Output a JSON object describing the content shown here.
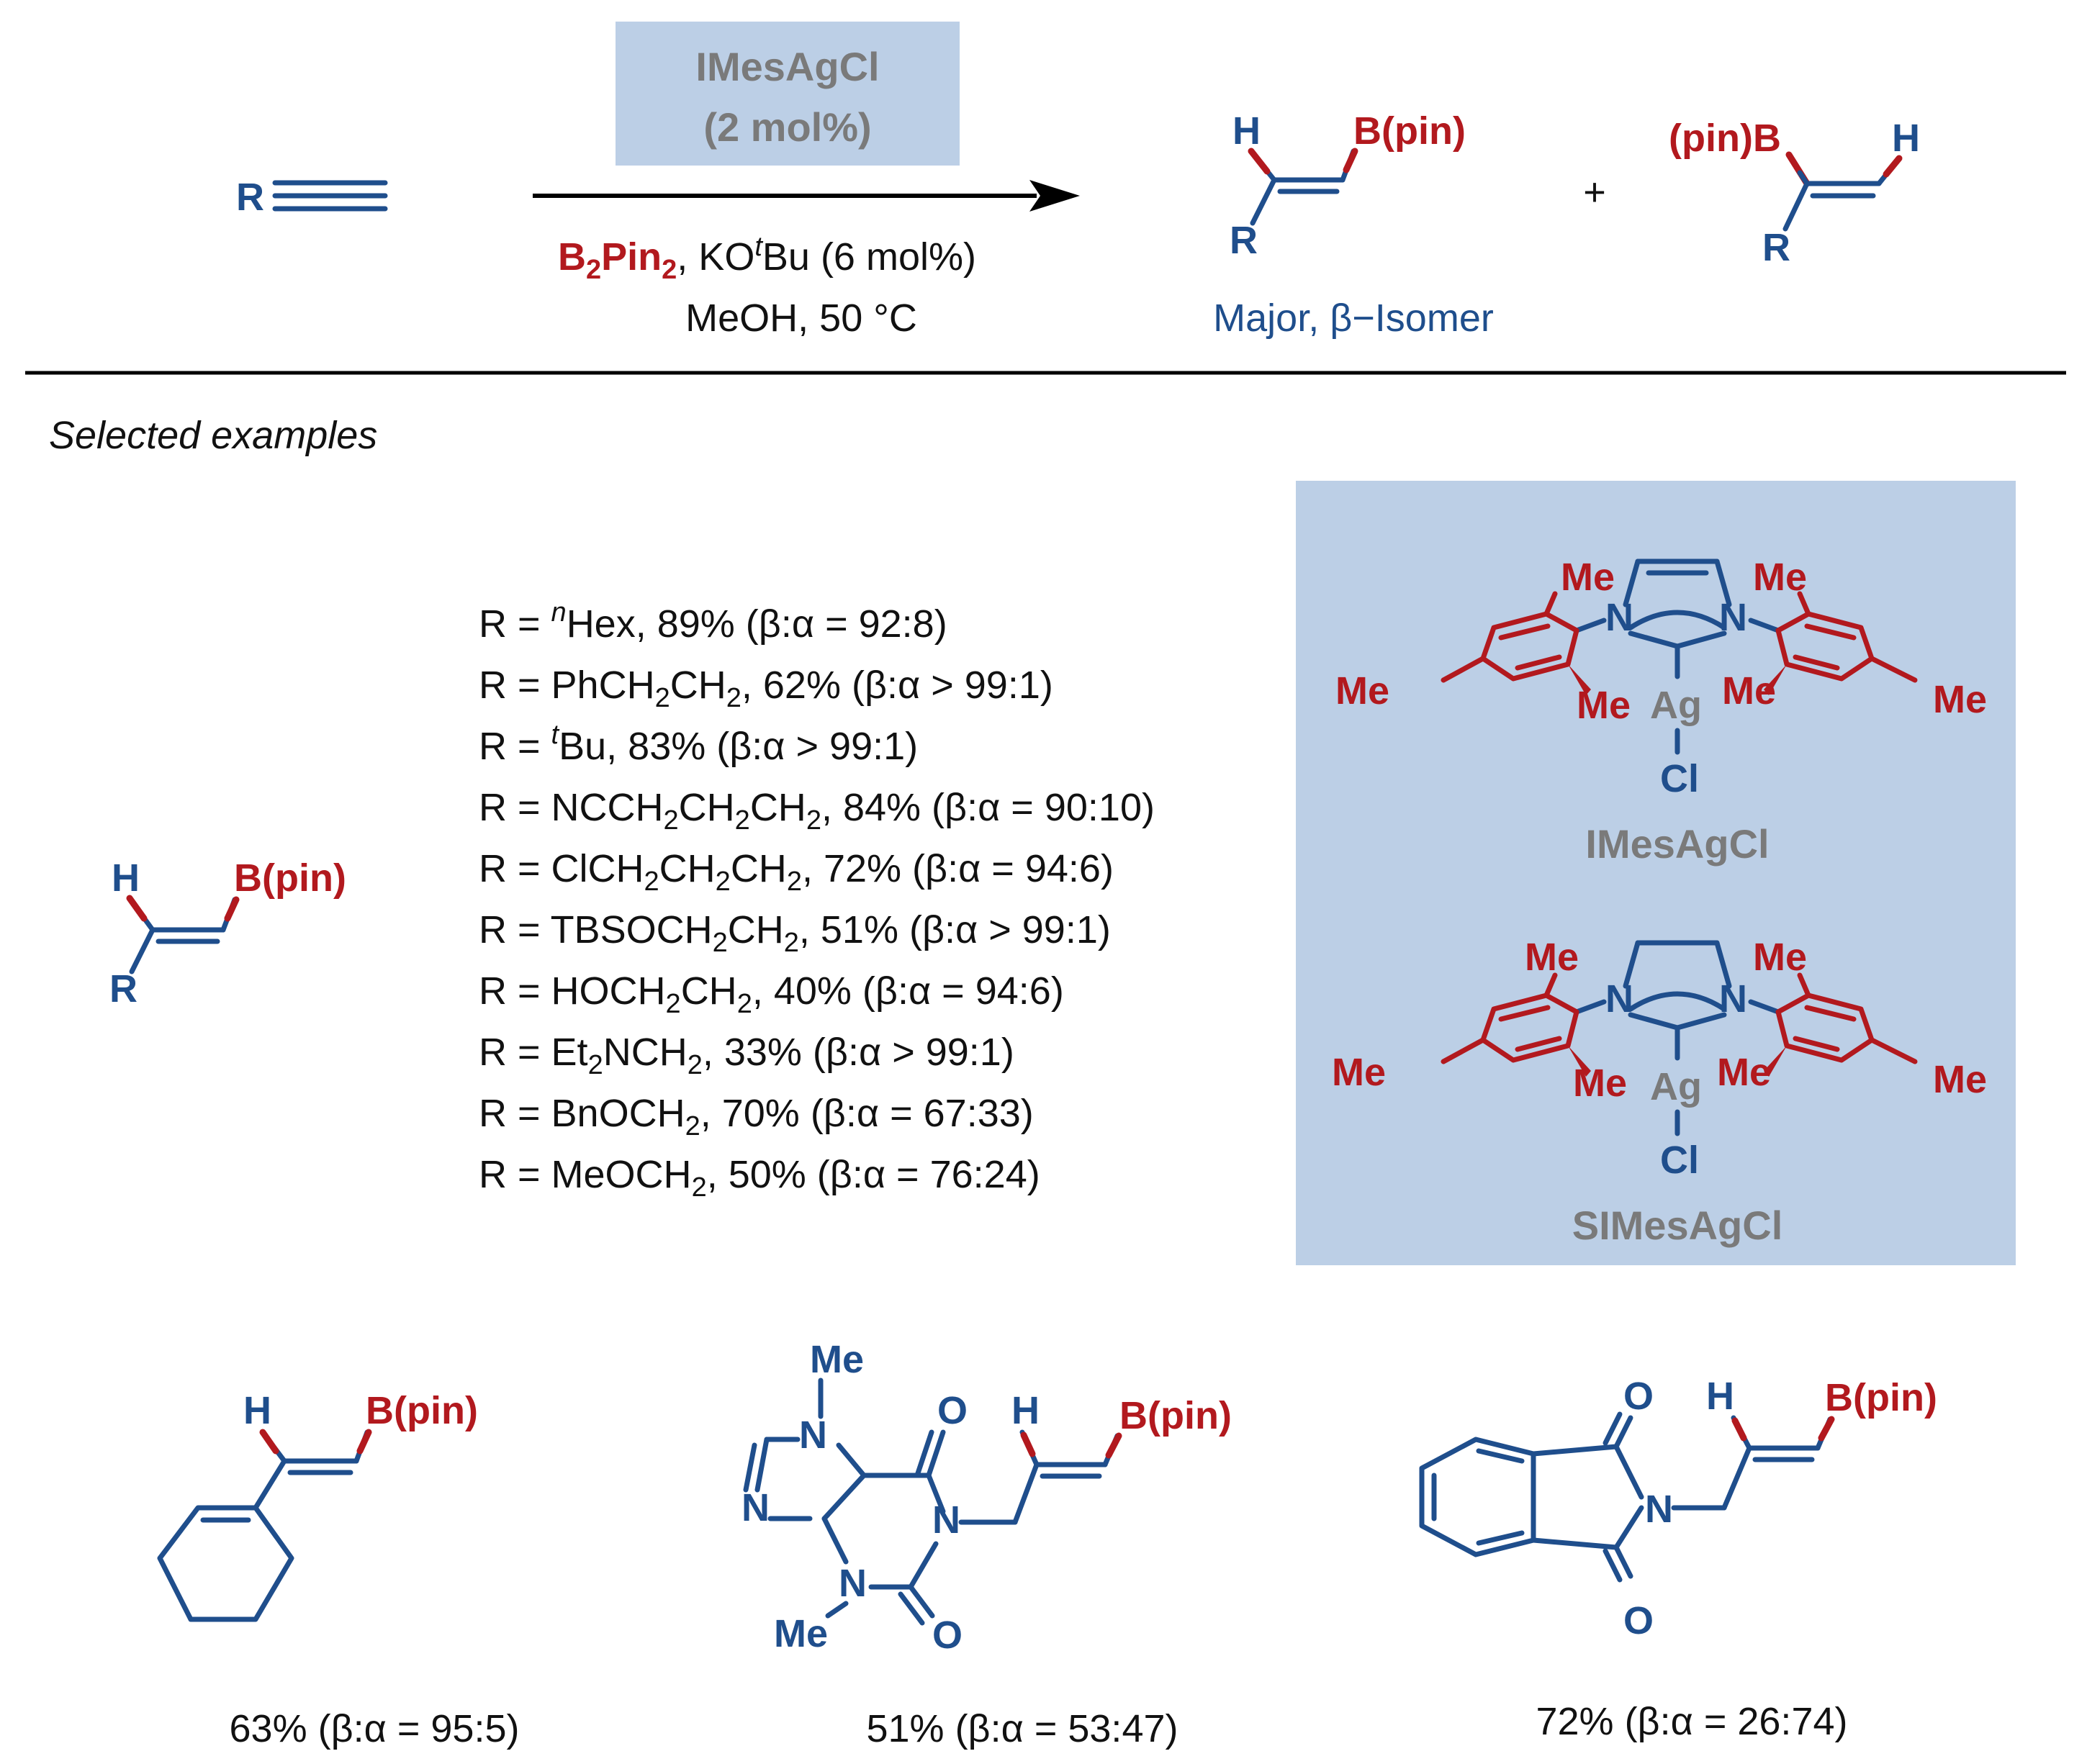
{
  "catalyst_box": {
    "line1": "IMesAgCl",
    "line2": "(2 mol%)"
  },
  "conditions": {
    "reagent_main": "B",
    "reagent_sub1": "2",
    "reagent_mid": "Pin",
    "reagent_sub2": "2",
    "base_a": ", KO",
    "base_sup": "t",
    "base_b": "Bu (6 mol%)",
    "line2": "MeOH, 50 °C"
  },
  "products": {
    "major_caption": "Major, β−Isomer",
    "plus": "+",
    "bpin": "B(pin)",
    "pinb": "(pin)B",
    "H": "H",
    "R": "R"
  },
  "section_title": "Selected examples",
  "substituents": [
    {
      "a": "R = ",
      "sup": "n",
      "b": "Hex, 89% (β:α = 92:8)"
    },
    {
      "a": "R = PhCH",
      "sub1": "2",
      "b": "CH",
      "sub2": "2",
      "c": ", 62% (β:α > 99:1)"
    },
    {
      "a": "R = ",
      "sup": "t",
      "b": "Bu, 83% (β:α > 99:1)"
    },
    {
      "a": "R = NCCH",
      "sub1": "2",
      "b": "CH",
      "sub2": "2",
      "c": "CH",
      "sub3": "2",
      "d": ", 84% (β:α = 90:10)"
    },
    {
      "a": "R = ClCH",
      "sub1": "2",
      "b": "CH",
      "sub2": "2",
      "c": "CH",
      "sub3": "2",
      "d": ", 72% (β:α = 94:6)"
    },
    {
      "a": "R = TBSOCH",
      "sub1": "2",
      "b": "CH",
      "sub2": "2",
      "c": ", 51% (β:α > 99:1)"
    },
    {
      "a": "R = HOCH",
      "sub1": "2",
      "b": "CH",
      "sub2": "2",
      "c": ", 40% (β:α = 94:6)"
    },
    {
      "a": "R = Et",
      "sub1": "2",
      "b": "NCH",
      "sub2": "2",
      "c": ", 33% (β:α > 99:1)"
    },
    {
      "a": "R = BnOCH",
      "sub1": "2",
      "b": ", 70% (β:α = 67:33)"
    },
    {
      "a": "R = MeOCH",
      "sub1": "2",
      "b": ", 50% (β:α = 76:24)"
    }
  ],
  "catalysts": {
    "me": "Me",
    "n": "N",
    "ag": "Ag",
    "cl": "Cl",
    "name1": "IMesAgCl",
    "name2": "SIMesAgCl"
  },
  "examples": {
    "o": "O",
    "yield1": "63% (β:α = 95:5)",
    "yield2": "51% (β:α = 53:47)",
    "yield3": "72% (β:α = 26:74)"
  },
  "colors": {
    "blue": "#1f4e8c",
    "red": "#b2191e",
    "gray": "#7a7a7a",
    "box": "#bccfe6"
  }
}
